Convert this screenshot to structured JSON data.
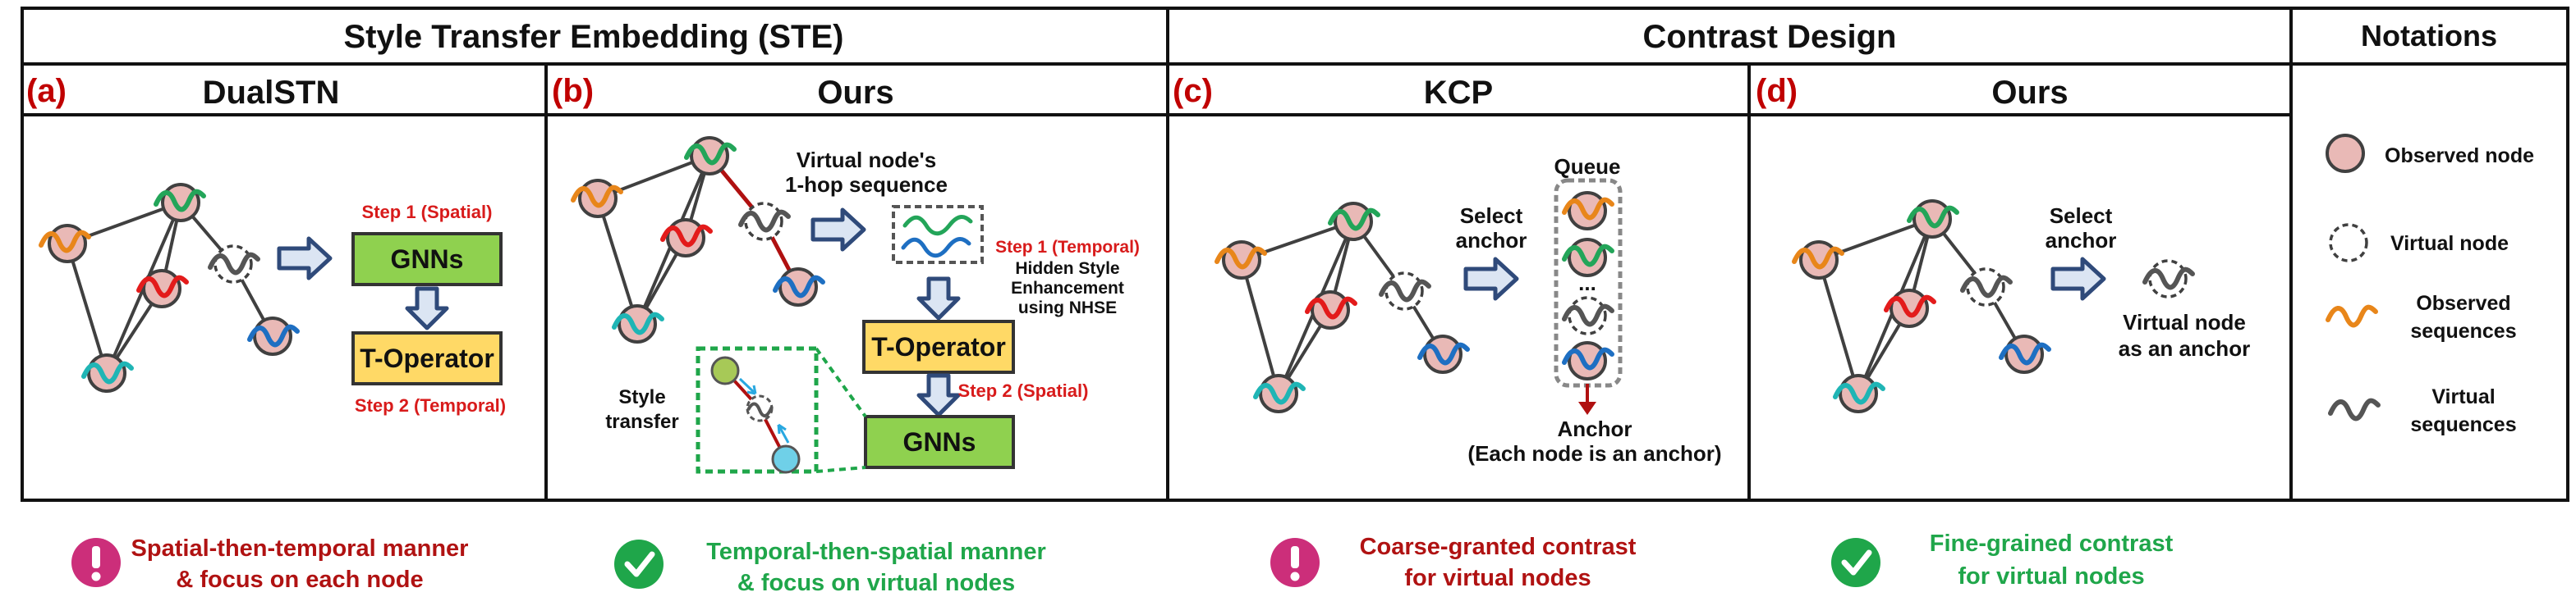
{
  "headers": {
    "ste": "Style Transfer Embedding (STE)",
    "contrast": "Contrast Design",
    "notations": "Notations"
  },
  "panels": {
    "a": {
      "tag": "(a)",
      "title": "DualSTN",
      "step1": "Step 1 (Spatial)",
      "gnn": "GNNs",
      "toperator": "T-Operator",
      "step2": "Step 2 (Temporal)"
    },
    "b": {
      "tag": "(b)",
      "title": "Ours",
      "vn_line1": "Virtual node's",
      "vn_line2": "1-hop sequence",
      "step1": "Step 1 (Temporal)",
      "hidden1": "Hidden Style",
      "hidden2": "Enhancement",
      "hidden3": "using NHSE",
      "toperator": "T-Operator",
      "step2": "Step 2 (Spatial)",
      "gnn": "GNNs",
      "style1": "Style",
      "style2": "transfer"
    },
    "c": {
      "tag": "(c)",
      "title": "KCP",
      "select1": "Select",
      "select2": "anchor",
      "queue": "Queue",
      "dots": "...",
      "anchor": "Anchor",
      "anchor_note": "(Each node is an anchor)"
    },
    "d": {
      "tag": "(d)",
      "title": "Ours",
      "select1": "Select",
      "select2": "anchor",
      "vn1": "Virtual node",
      "vn2": "as an anchor"
    }
  },
  "notations": {
    "observed_node": "Observed node",
    "virtual_node": "Virtual node",
    "observed_seq1": "Observed",
    "observed_seq2": "sequences",
    "virtual_seq1": "Virtual",
    "virtual_seq2": "sequences"
  },
  "footer": [
    {
      "type": "bad",
      "line1": "Spatial-then-temporal manner",
      "line2": "& focus on each node"
    },
    {
      "type": "good",
      "line1": "Temporal-then-spatial manner",
      "line2": "& focus on virtual nodes"
    },
    {
      "type": "bad",
      "line1": "Coarse-granted contrast",
      "line2": "for virtual nodes"
    },
    {
      "type": "good",
      "line1": "Fine-grained contrast",
      "line2": "for virtual nodes"
    }
  ],
  "colors": {
    "node_fill": "#e9b9b6",
    "green_box": "#8fd14f",
    "yellow_box": "#ffd966",
    "arrow_fill": "#dbe5f3",
    "arrow_stroke": "#2f4a7a",
    "bad": "#cc2e7a",
    "good": "#1fa64a",
    "edge_red": "#b01010"
  }
}
